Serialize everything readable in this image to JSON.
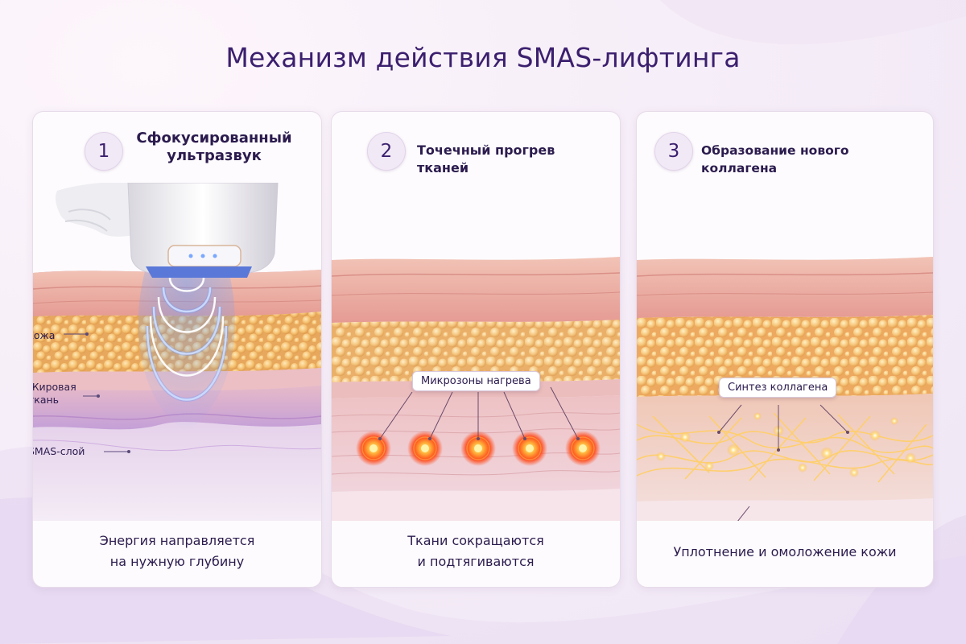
{
  "title": "Механизм действия SMAS-лифтинга",
  "steps": [
    {
      "number": "1",
      "title": "Сфокусированный ультразвук",
      "caption_line1": "Энергия направляется",
      "caption_line2": "на нужную глубину",
      "labels": {
        "skin": "Кожа",
        "fat_line1": "Жировая",
        "fat_line2": "ткань",
        "smas": "SMAS-слой"
      }
    },
    {
      "number": "2",
      "title": "Точечный прогрев тканей",
      "callout": "Микрозоны нагрева",
      "caption_line1": "Ткани сокращаются",
      "caption_line2": "и подтягиваются"
    },
    {
      "number": "3",
      "title": "Образование нового коллагена",
      "callout": "Синтез коллагена",
      "caption_line1": "Уплотнение и омоложение кожи"
    }
  ],
  "colors": {
    "title": "#3b1f6e",
    "skin": "#e9a7a0",
    "fat": "#f2c07a",
    "smas": "#c9a3d6",
    "ultrasound": "#6fa3ff",
    "heat": "#ff5a1f",
    "collagen": "#ffd27a"
  },
  "icons": [
    "ultrasound-device-icon",
    "hand-icon",
    "heat-point-icon",
    "collagen-spark-icon"
  ]
}
